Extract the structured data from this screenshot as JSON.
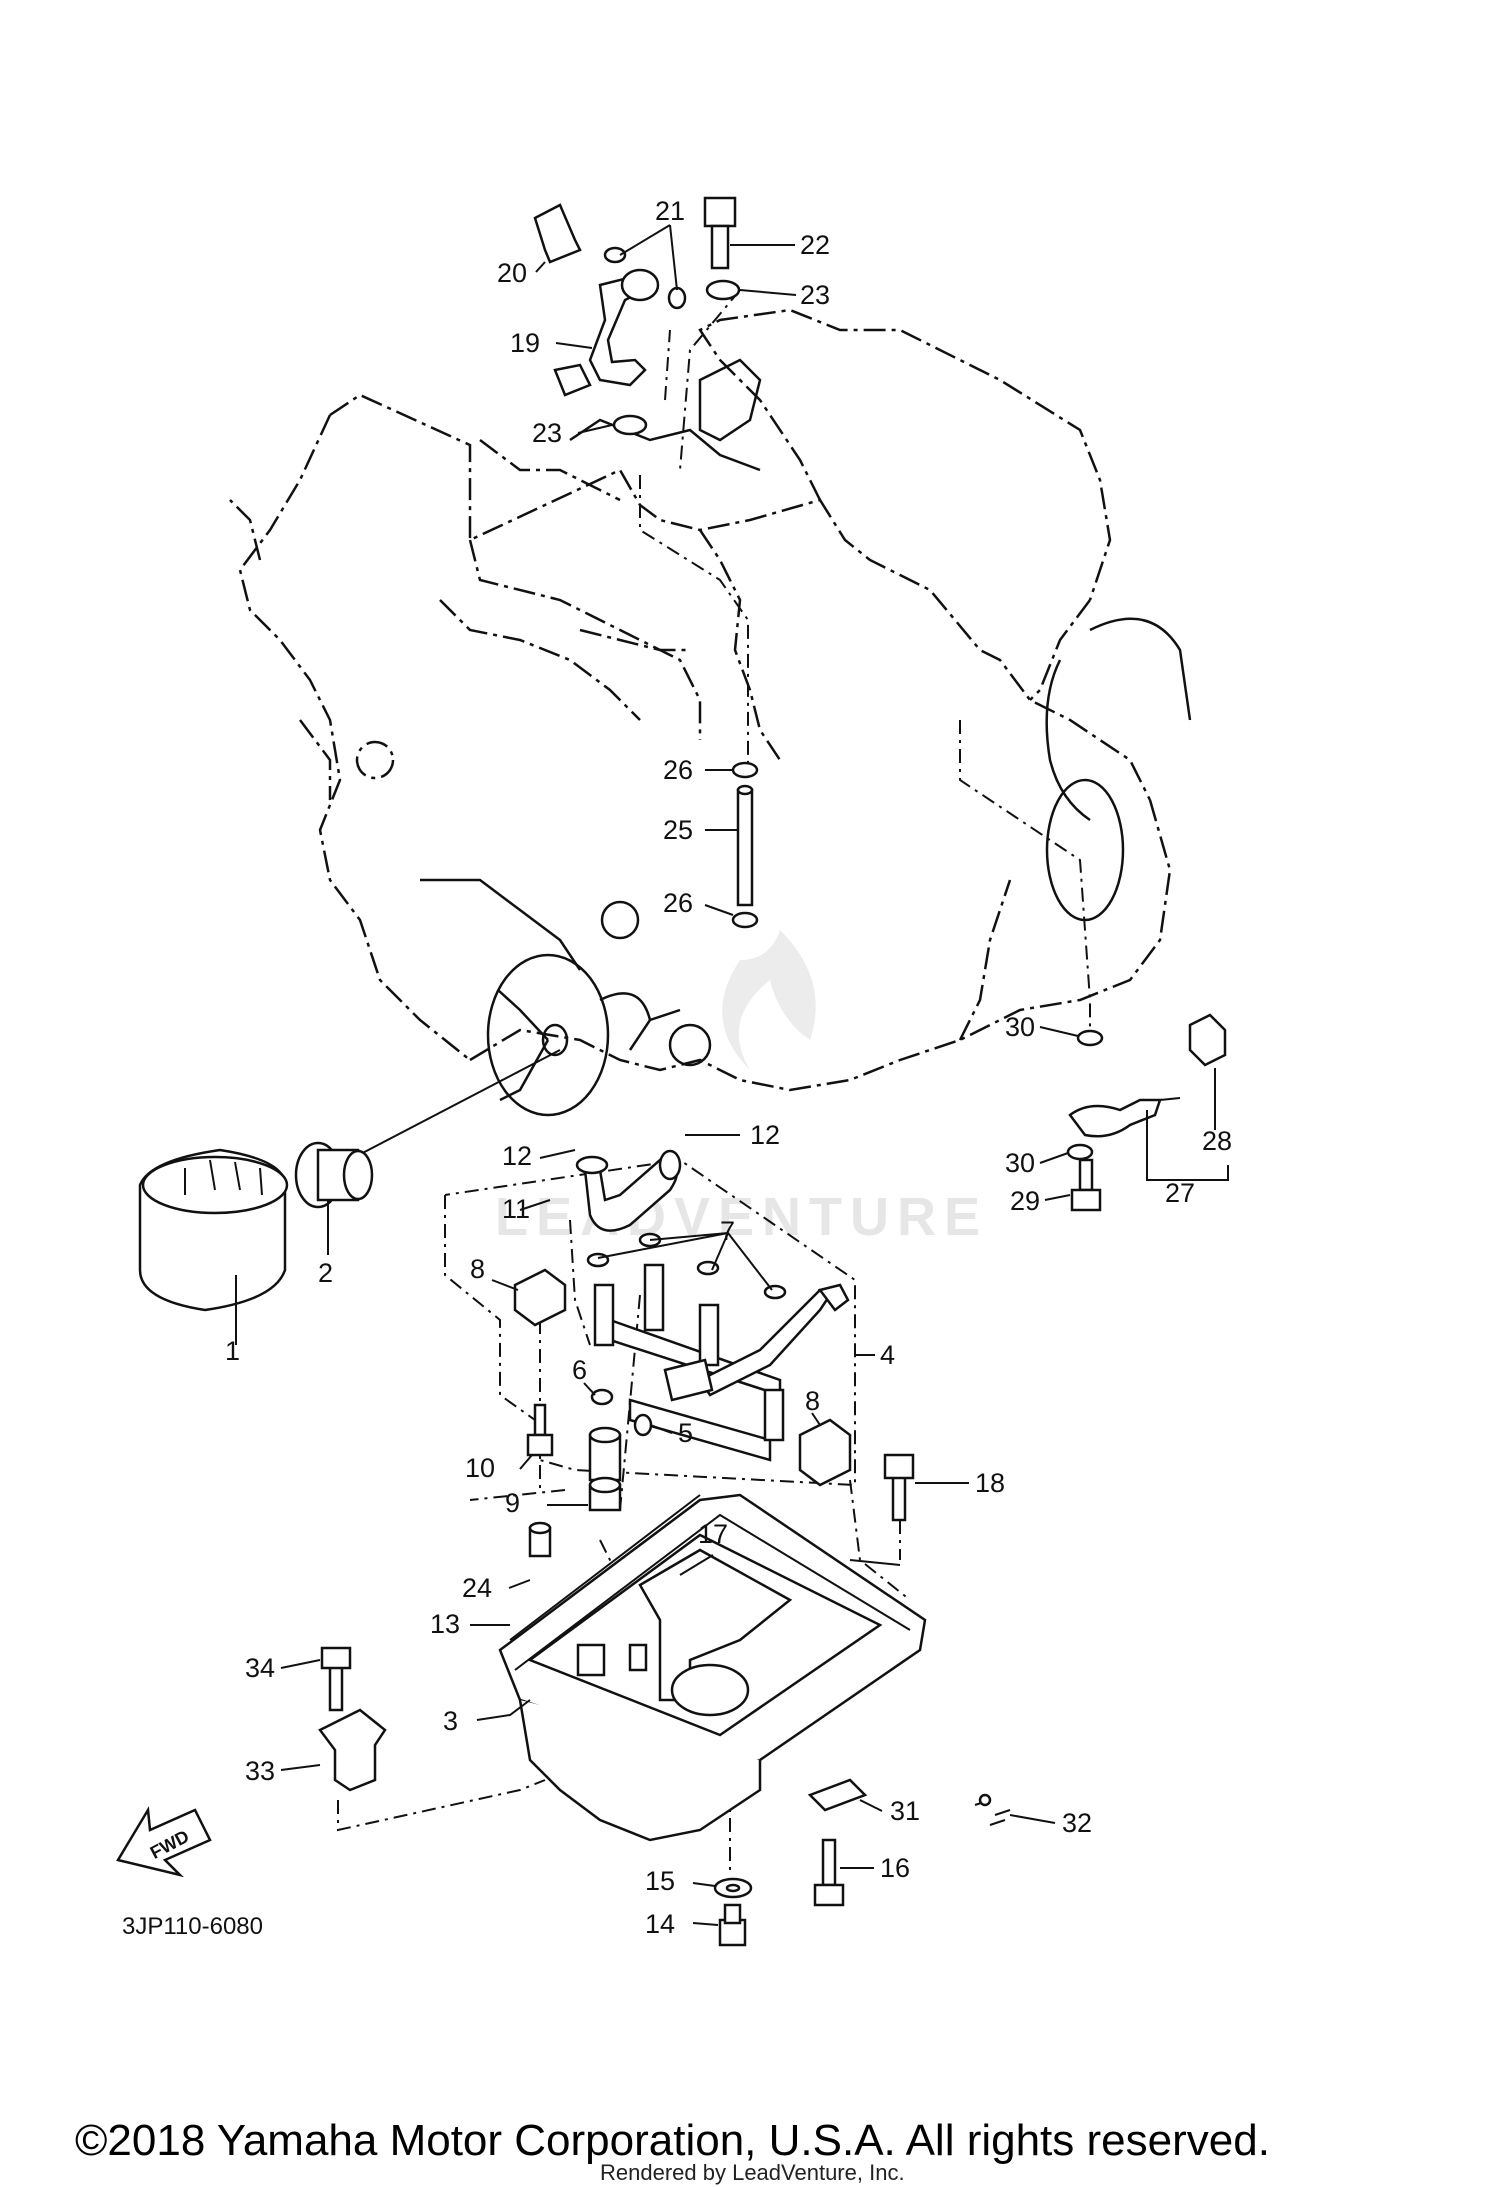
{
  "diagram": {
    "code": "3JP110-6080",
    "fwd_label": "FWD",
    "copyright": "©2018 Yamaha Motor Corporation, U.S.A. All rights reserved.",
    "rendered_by": "Rendered by LeadVenture, Inc.",
    "watermark": "LEADVENTURE",
    "callouts": [
      "1",
      "2",
      "3",
      "4",
      "5",
      "6",
      "7",
      "8",
      "8",
      "9",
      "10",
      "11",
      "12",
      "12",
      "13",
      "14",
      "15",
      "16",
      "17",
      "18",
      "19",
      "20",
      "21",
      "22",
      "23",
      "23",
      "24",
      "25",
      "26",
      "26",
      "27",
      "28",
      "29",
      "30",
      "30",
      "31",
      "32",
      "33",
      "34"
    ]
  }
}
